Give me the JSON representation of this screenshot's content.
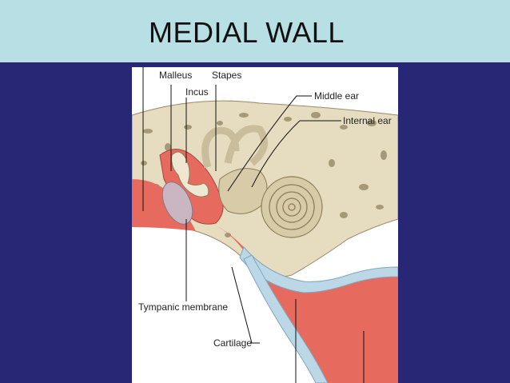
{
  "slide": {
    "title": "MEDIAL WALL",
    "colors": {
      "title_bar": "#b8dfe3",
      "background": "#272775",
      "bone": "#e6dcc0",
      "flesh": "#e66b5e",
      "cartilage": "#bcd8e6"
    }
  },
  "figure": {
    "labels": {
      "malleus": "Malleus",
      "stapes": "Stapes",
      "incus": "Incus",
      "middle_ear": "Middle ear",
      "internal_ear": "Internal ear",
      "tympanic_membrane": "Tympanic membrane",
      "cartilage": "Cartilage"
    }
  }
}
